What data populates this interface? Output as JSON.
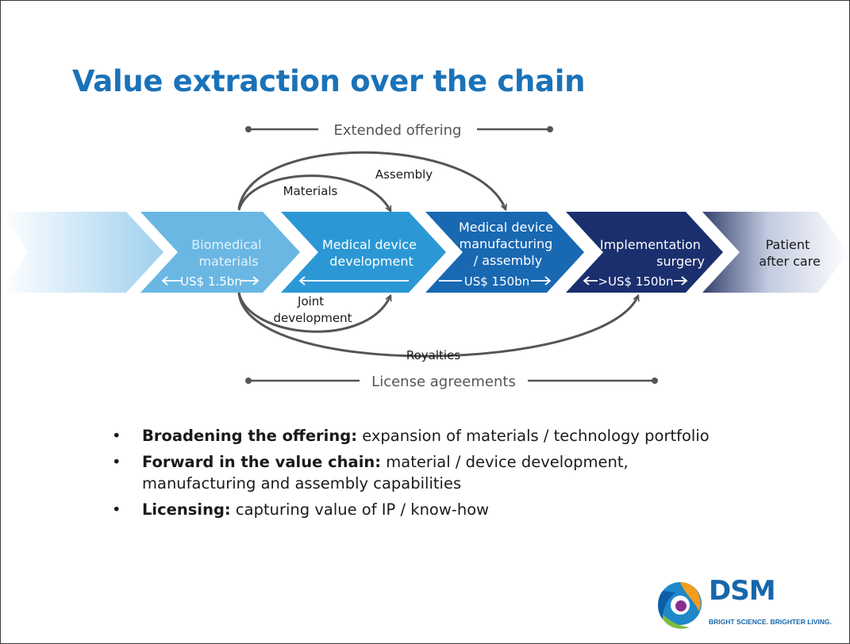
{
  "title": "Value extraction over the chain",
  "diagram": {
    "extended_offering": "Extended offering",
    "license_agreements": "License agreements",
    "flows": {
      "materials": "Materials",
      "assembly": "Assembly",
      "joint_development": [
        "Joint",
        "development"
      ],
      "royalties": "Royalties"
    },
    "stages": [
      {
        "lines": [
          "Biomedical",
          "materials"
        ],
        "value": "US$ 1.5bn",
        "color": "#6ab7e3"
      },
      {
        "lines": [
          "Medical device",
          "development"
        ],
        "value": "",
        "color": "#2b98d5"
      },
      {
        "lines": [
          "Medical device",
          "manufacturing",
          "/ assembly"
        ],
        "value": "US$ 150bn",
        "color": "#1868b2"
      },
      {
        "lines": [
          "Implementation",
          "surgery"
        ],
        "value": ">US$ 150bn",
        "color": "#1b2f6e"
      },
      {
        "lines": [
          "Patient",
          "after care"
        ],
        "value": "",
        "color": "#e6ebf3"
      }
    ]
  },
  "bullets": [
    {
      "bold": "Broadening the offering:",
      "text": " expansion of materials / technology portfolio"
    },
    {
      "bold": "Forward in the value chain:",
      "text": " material / device development, manufacturing and assembly capabilities"
    },
    {
      "bold": "Licensing:",
      "text": " capturing value of IP / know-how"
    }
  ],
  "logo": {
    "name": "DSM",
    "tagline": "BRIGHT SCIENCE. BRIGHTER LIVING."
  },
  "colors": {
    "title": "#1a72b8",
    "accent_gray": "#555555",
    "brand": "#1667ab"
  }
}
